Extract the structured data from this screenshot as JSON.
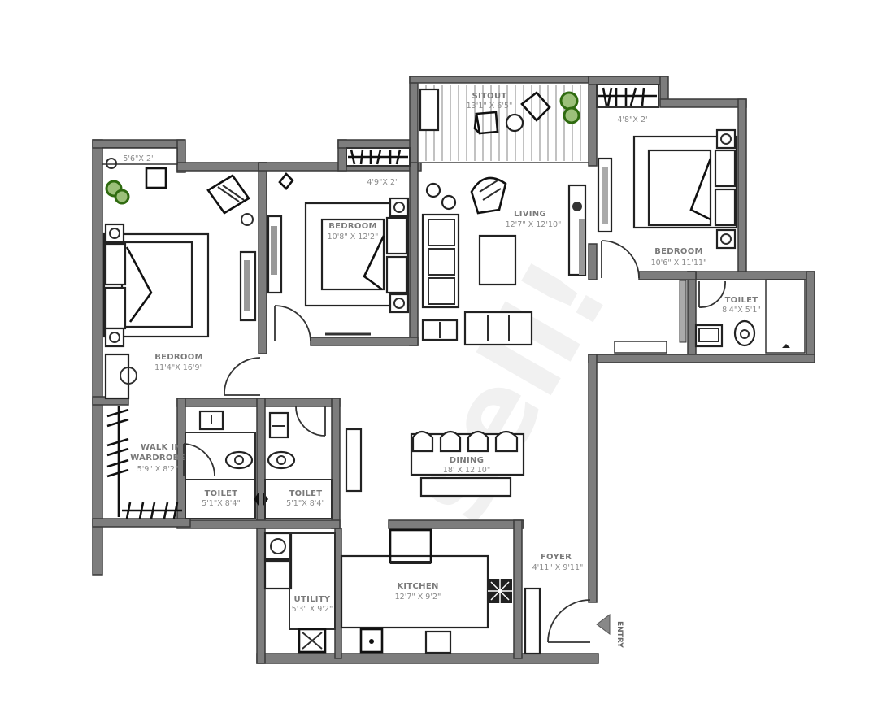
{
  "watermark": "sell!",
  "entry_label": "ENTRY",
  "rooms": {
    "sitout": {
      "name": "SITOUT",
      "dim": "13'1\" X 6'5\""
    },
    "wardrobe_top_right": {
      "dim": "4'8\"X 2'"
    },
    "wardrobe_top_left": {
      "dim": "5'6\"X 2'"
    },
    "wardrobe_mid": {
      "dim": "4'9\"X 2'"
    },
    "bedroom_master": {
      "name": "BEDROOM",
      "dim": "11'4\"X 16'9\""
    },
    "bedroom_middle": {
      "name": "BEDROOM",
      "dim": "10'8\" X 12'2\""
    },
    "bedroom_right": {
      "name": "BEDROOM",
      "dim": "10'6\" X 11'11\""
    },
    "living": {
      "name": "LIVING",
      "dim": "12'7\" X 12'10\""
    },
    "toilet_right": {
      "name": "TOILET",
      "dim": "8'4\"X 5'1\""
    },
    "walk_in_wardrobe": {
      "name_line1": "WALK IN",
      "name_line2": "WARDROBE",
      "dim": "5'9\" X 8'2\""
    },
    "toilet_left": {
      "name": "TOILET",
      "dim": "5'1\"X 8'4\""
    },
    "toilet_center": {
      "name": "TOILET",
      "dim": "5'1\"X 8'4\""
    },
    "dining": {
      "name": "DINING",
      "dim": "18' X 12'10\""
    },
    "utility": {
      "name": "UTILITY",
      "dim": "5'3\" X 9'2\""
    },
    "kitchen": {
      "name": "KITCHEN",
      "dim": "12'7\" X 9'2\""
    },
    "foyer": {
      "name": "FOYER",
      "dim": "4'11\" X 9'11\""
    }
  },
  "colors": {
    "wall": "#7d7d7d",
    "wall_outline": "#3a3a3a",
    "plant": "#2f6b10",
    "label": "#7a7a7a"
  }
}
